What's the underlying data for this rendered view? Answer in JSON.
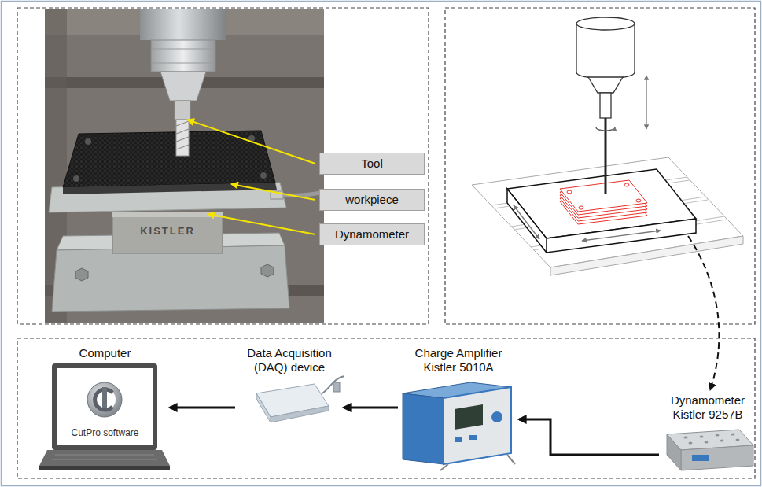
{
  "diagram": {
    "nodes": [
      {
        "text": [
          "Tool"
        ]
      },
      {
        "text": [
          "workpiece"
        ]
      },
      {
        "text": [
          "Dynamometer"
        ]
      },
      {
        "text": [
          "Computer",
          "CutPro software"
        ]
      },
      {
        "text": [
          "Data Acquisition (DAQ) device"
        ]
      },
      {
        "text": [
          "Charge Amplifier Kistler 5010A"
        ]
      },
      {
        "text": [
          "Dynamometer Kistler 9257B"
        ]
      }
    ],
    "edges": [
      {
        "from": 6,
        "to": 5,
        "arrow": "to"
      },
      {
        "from": 5,
        "to": 4,
        "arrow": "to"
      },
      {
        "from": 4,
        "to": 3,
        "arrow": "to"
      }
    ],
    "labels": [
      "KISTLER"
    ]
  }
}
